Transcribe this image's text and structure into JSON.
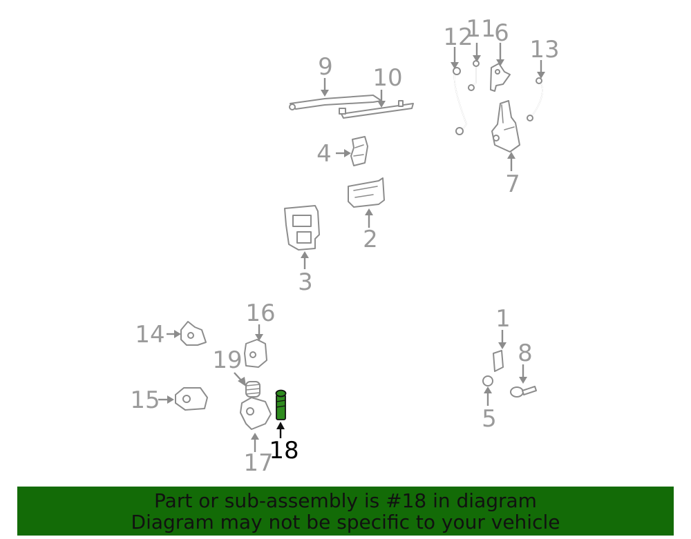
{
  "diagram": {
    "highlighted_part": "18",
    "highlight_color": "#2e8b1e",
    "callouts": [
      "1",
      "2",
      "3",
      "4",
      "5",
      "6",
      "7",
      "8",
      "9",
      "10",
      "11",
      "12",
      "13",
      "14",
      "15",
      "16",
      "17",
      "18",
      "19"
    ]
  },
  "banner": {
    "line1": "Part or sub-assembly is #18 in diagram",
    "line2": "Diagram may not be specific to your vehicle",
    "background": "#136b07"
  }
}
